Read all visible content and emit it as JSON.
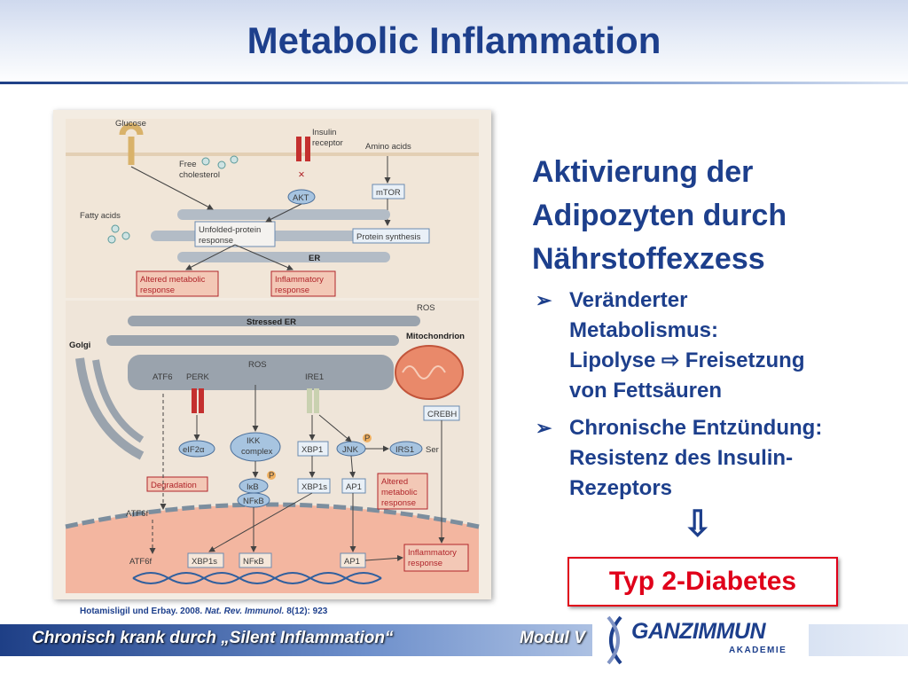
{
  "slide": {
    "title": "Metabolic Inflammation",
    "heading_lines": [
      "Aktivierung der",
      "Adipozyten durch",
      "Nährstoffexzess"
    ],
    "bullets": [
      {
        "lines": [
          "Veränderter",
          "Metabolismus:",
          "Lipolyse ⇨ Freisetzung",
          "von Fettsäuren"
        ]
      },
      {
        "lines": [
          "Chronische Entzündung:",
          "Resistenz des Insulin-",
          "Rezeptors"
        ]
      }
    ],
    "result": "Typ 2-Diabetes",
    "citation_prefix": "Hotamisligil und Erbay. 2008. ",
    "citation_journal": "Nat. Rev. Immunol.",
    "citation_suffix": " 8(12): 923"
  },
  "footer": {
    "left": "Chronisch krank durch „Silent Inflammation“",
    "module": "Modul V",
    "logo_text": "GANZIMMUN",
    "logo_sub": "AKADEMIE"
  },
  "diagram": {
    "labels": {
      "glucose": "Glucose",
      "insulin": "Insulin",
      "receptor": "receptor",
      "amino": "Amino acids",
      "free": "Free",
      "cholesterol": "cholesterol",
      "fatty": "Fatty acids",
      "akt": "AKT",
      "mtor": "mTOR",
      "upr1": "Unfolded-protein",
      "upr2": "response",
      "protein": "Protein synthesis",
      "er": "ER",
      "altered1": "Altered metabolic",
      "altered2": "response",
      "inflam1": "Inflammatory",
      "inflam2": "response",
      "ros_top": "ROS",
      "stressed": "Stressed ER",
      "mito": "Mitochondrion",
      "golgi": "Golgi",
      "atf6": "ATF6",
      "perk": "PERK",
      "ros_mid": "ROS",
      "ire1": "IRE1",
      "crebh": "CREBH",
      "eif": "eIF2α",
      "ikk1": "IKK",
      "ikk2": "complex",
      "xbp1": "XBP1",
      "jnk": "JNK",
      "irs1": "IRS1",
      "ser": "Ser",
      "degradation": "Degradation",
      "ikb": "IκB",
      "nfkb_mid": "NFκB",
      "xbp1s_mid": "XBP1s",
      "ap1_mid": "AP1",
      "altm1": "Altered",
      "altm2": "metabolic",
      "altm3": "response",
      "atf6f_mid": "ATF6f",
      "atf6f_bot": "ATF6f",
      "xbp1s_bot": "XBP1s",
      "nfkb_bot": "NFκB",
      "ap1_bot": "AP1",
      "infl_b1": "Inflammatory",
      "infl_b2": "response",
      "p": "P"
    }
  }
}
